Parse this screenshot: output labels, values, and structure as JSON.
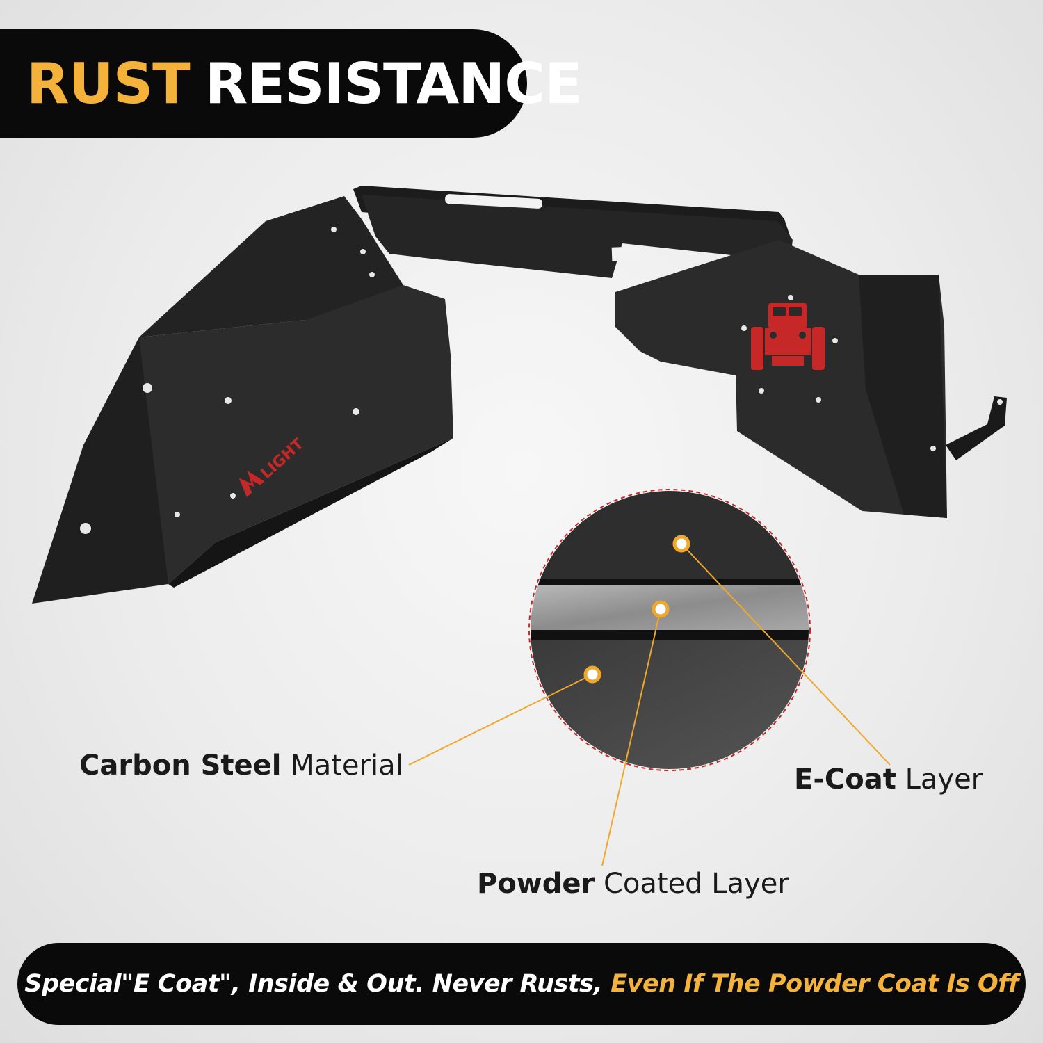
{
  "header": {
    "title_accent": "RUST",
    "title_rest": "RESISTANCE",
    "accent_color": "#f4b23a"
  },
  "product": {
    "logo_text": "LIGHT",
    "logo_color": "#c62828",
    "emblem_color": "#c62828"
  },
  "callouts": {
    "carbon": {
      "bold": "Carbon Steel",
      "rest": "Material"
    },
    "ecoat": {
      "bold": "E-Coat",
      "rest": "Layer"
    },
    "powder": {
      "bold": "Powder",
      "rest": "Coated Layer"
    },
    "line_color": "#f0a82a"
  },
  "footer": {
    "text_white": "Special\"E Coat\", Inside & Out. Never Rusts,",
    "text_gold": "Even If The Powder Coat Is Off"
  }
}
